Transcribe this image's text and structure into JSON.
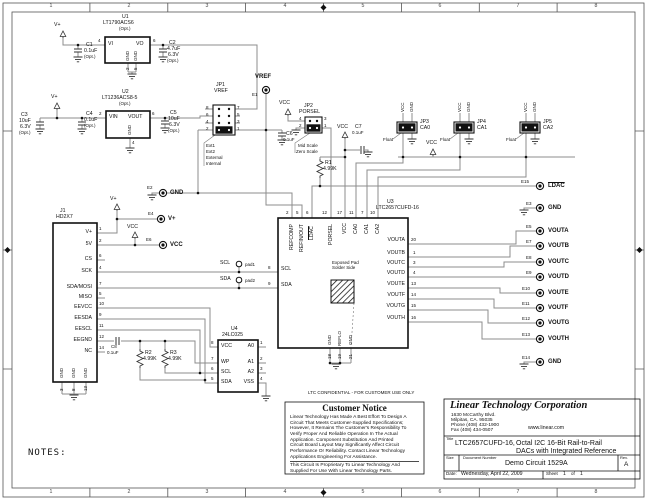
{
  "sheet": {
    "confidential": "LTC CONFIDENTIAL - FOR CUSTOMER USE ONLY",
    "notes": "NOTES:"
  },
  "border": {
    "cols": [
      "1",
      "2",
      "3",
      "4",
      "5",
      "6",
      "7",
      "8"
    ]
  },
  "power": {
    "vplus": "V+",
    "vcc": "VCC"
  },
  "u1": {
    "ref": "U1",
    "part": "LT1790ACS6",
    "opt": "(Opt.)",
    "vi": "VI",
    "vo": "VO",
    "gnd1": "GND",
    "gnd2": "GND",
    "n_vi": "4",
    "n_vo": "6",
    "n_g1": "2",
    "n_g2": "5"
  },
  "u2": {
    "ref": "U2",
    "part": "LT1236ACS8-5",
    "opt": "(Opt.)",
    "vin": "VIN",
    "vout": "VOUT",
    "gnd": "GND",
    "n_vin": "2",
    "n_vout": "6",
    "n_gnd": "4"
  },
  "u3": {
    "ref": "U3",
    "part": "LTC2657CUFD-16",
    "pad_l1": "Exposed Pad",
    "pad_l2": "Solder Side",
    "top": [
      {
        "n": "2",
        "name": "REFCOMP"
      },
      {
        "n": "5",
        "name": "REFIN/OUT"
      },
      {
        "n": "6",
        "name": "LDAC"
      },
      {
        "n": "12",
        "name": "PORSEL"
      },
      {
        "n": "17",
        "name": "VCC"
      },
      {
        "n": "11",
        "name": "CA0"
      },
      {
        "n": "7",
        "name": "CA1"
      },
      {
        "n": "10",
        "name": "CA2"
      }
    ],
    "left": [
      {
        "n": "8",
        "name": "SCL"
      },
      {
        "n": "9",
        "name": "SDA"
      }
    ],
    "right": [
      {
        "n": "20",
        "name": "VOUTA"
      },
      {
        "n": "1",
        "name": "VOUTB"
      },
      {
        "n": "3",
        "name": "VOUTC"
      },
      {
        "n": "4",
        "name": "VOUTD"
      },
      {
        "n": "13",
        "name": "VOUTE"
      },
      {
        "n": "14",
        "name": "VOUTF"
      },
      {
        "n": "15",
        "name": "VOUTG"
      },
      {
        "n": "16",
        "name": "VOUTH"
      }
    ],
    "bottom": [
      {
        "n": "18",
        "name": "GND"
      },
      {
        "n": "19",
        "name": "REFLO"
      },
      {
        "n": "21",
        "name": "GND"
      }
    ]
  },
  "u4": {
    "ref": "U4",
    "part": "24LC025",
    "left": [
      {
        "n": "8",
        "name": "VCC"
      },
      {
        "n": "7",
        "name": "WP"
      },
      {
        "n": "6",
        "name": "SCL"
      },
      {
        "n": "5",
        "name": "SDA"
      }
    ],
    "right": [
      {
        "n": "1",
        "name": "A0"
      },
      {
        "n": "2",
        "name": "A1"
      },
      {
        "n": "3",
        "name": "A2"
      },
      {
        "n": "4",
        "name": "VSS"
      }
    ]
  },
  "j1": {
    "ref": "J1",
    "part": "HD2X7",
    "pins": [
      {
        "n": "1",
        "name": "V+"
      },
      {
        "n": "2",
        "name": "5V"
      },
      {
        "n": "6",
        "name": "CS"
      },
      {
        "n": "4",
        "name": "SCK"
      },
      {
        "n": "7",
        "name": "SDA/MOSI"
      },
      {
        "n": "5",
        "name": "MISO"
      },
      {
        "n": "10",
        "name": "EEVCC"
      },
      {
        "n": "9",
        "name": "EESDA"
      },
      {
        "n": "11",
        "name": "EESCL"
      },
      {
        "n": "12",
        "name": "EEGND"
      },
      {
        "n": "14",
        "name": "NC"
      }
    ],
    "gnd": [
      {
        "n": "3",
        "name": "GND"
      },
      {
        "n": "8",
        "name": "GND"
      },
      {
        "n": "13",
        "name": "GND"
      }
    ]
  },
  "jp1": {
    "ref": "JP1",
    "label": "VREF",
    "ln": [
      "8",
      "6",
      "4",
      "2"
    ],
    "rn": [
      "7",
      "5",
      "3",
      "1"
    ],
    "opts": [
      "Ext1",
      "Ext2",
      "External",
      "Internal"
    ]
  },
  "jp2": {
    "ref": "JP2",
    "label": "PORSEL",
    "ln": [
      "4",
      "2"
    ],
    "rn": [
      "3",
      "1"
    ],
    "opts": [
      "Mid Scale",
      "Zero Scale"
    ]
  },
  "jp3": {
    "ref": "JP3",
    "label": "CA0",
    "t1": "VCC",
    "t2": "GND",
    "float": "Float"
  },
  "jp4": {
    "ref": "JP4",
    "label": "CA1",
    "t1": "VCC",
    "t2": "GND",
    "float": "Float"
  },
  "jp5": {
    "ref": "JP5",
    "label": "CA2",
    "t1": "VCC",
    "t2": "GND",
    "float": "Float"
  },
  "caps": {
    "c1": [
      "C1",
      "0.1uF",
      "(Opt.)"
    ],
    "c2": [
      "C2",
      "4.7uF",
      "6.3V",
      "(Opt.)"
    ],
    "c3": [
      "C3",
      "10uF",
      "6.3V",
      "(Opt.)"
    ],
    "c4": [
      "C4",
      "0.1uF",
      "(Opt.)"
    ],
    "c5": [
      "C5",
      "10uF",
      "6.3V",
      "(Opt.)"
    ],
    "c6": [
      "C6",
      "0.1uF"
    ],
    "c7": [
      "C7",
      "0.1uF"
    ],
    "c8": [
      "C8",
      "0.1uF"
    ]
  },
  "res": {
    "r1": [
      "R1",
      "4.99K"
    ],
    "r2": [
      "R2",
      "4.99K"
    ],
    "r3": [
      "R3",
      "4.99K"
    ]
  },
  "tp": {
    "e1": [
      "E1",
      "VREF"
    ],
    "e2": [
      "E2",
      "GND"
    ],
    "e3": [
      "E3",
      "GND"
    ],
    "e4": [
      "E4",
      "V+"
    ],
    "e5": [
      "E5",
      "VOUTA"
    ],
    "e6": [
      "E6",
      "VCC"
    ],
    "e7": [
      "E7",
      "VOUTB"
    ],
    "e8": [
      "E8",
      "VOUTC"
    ],
    "e9": [
      "E9",
      "VOUTD"
    ],
    "e10": [
      "E10",
      "VOUTE"
    ],
    "e11": [
      "E11",
      "VOUTF"
    ],
    "e12": [
      "E12",
      "VOUTG"
    ],
    "e13": [
      "E13",
      "VOUTH"
    ],
    "e14": [
      "E14",
      "GND"
    ],
    "e15": [
      "E15",
      "LDAC"
    ]
  },
  "pads": {
    "scl": "SCL",
    "sda": "SDA",
    "p1": "pad1",
    "p2": "pad2"
  },
  "notice": {
    "title": "Customer Notice",
    "body": "Linear Technology Has Made A Best Effort To Design A\nCircuit That Meets Customer-Supplied Specifications;\nHowever, It Remains The Customer's Responsibility To\nVerify Proper And Reliable Operation In The Actual\nApplication. Component Substitution And Printed\nCircuit Board Layout May Significantly Affect Circuit\nPerformance Or Reliability. Contact Linear Technology\nApplications Engineering For Assistance.",
    "footer": "This Circuit Is Proprietary To Linear Technology And\nSupplied For Use With Linear Technology Parts."
  },
  "tb": {
    "company": "Linear Technology Corporation",
    "addr1": "1630 McCarthy Blvd.",
    "addr2": "Milpitas, CA. 95035",
    "addr3": "Phone (408) 432-1900",
    "addr4": "Fax (408) 434-0507",
    "web": "www.linear.com",
    "title_label": "Title",
    "title1": "LTC2657CUFD-16,",
    "title2": "Octal I2C 16-Bit Rail-to-Rail",
    "title3": "DACs with Integrated Reference",
    "size_label": "Size",
    "doc_label": "Document Number",
    "doc": "Demo Circuit  1529A",
    "rev_label": "Rev.",
    "rev": "A",
    "date_label": "Date:",
    "date": "Wednesday, April 22, 2009",
    "sheet_label": "Sheet",
    "sheet_num": "1",
    "of_label": "of",
    "sheet_total": "1"
  }
}
